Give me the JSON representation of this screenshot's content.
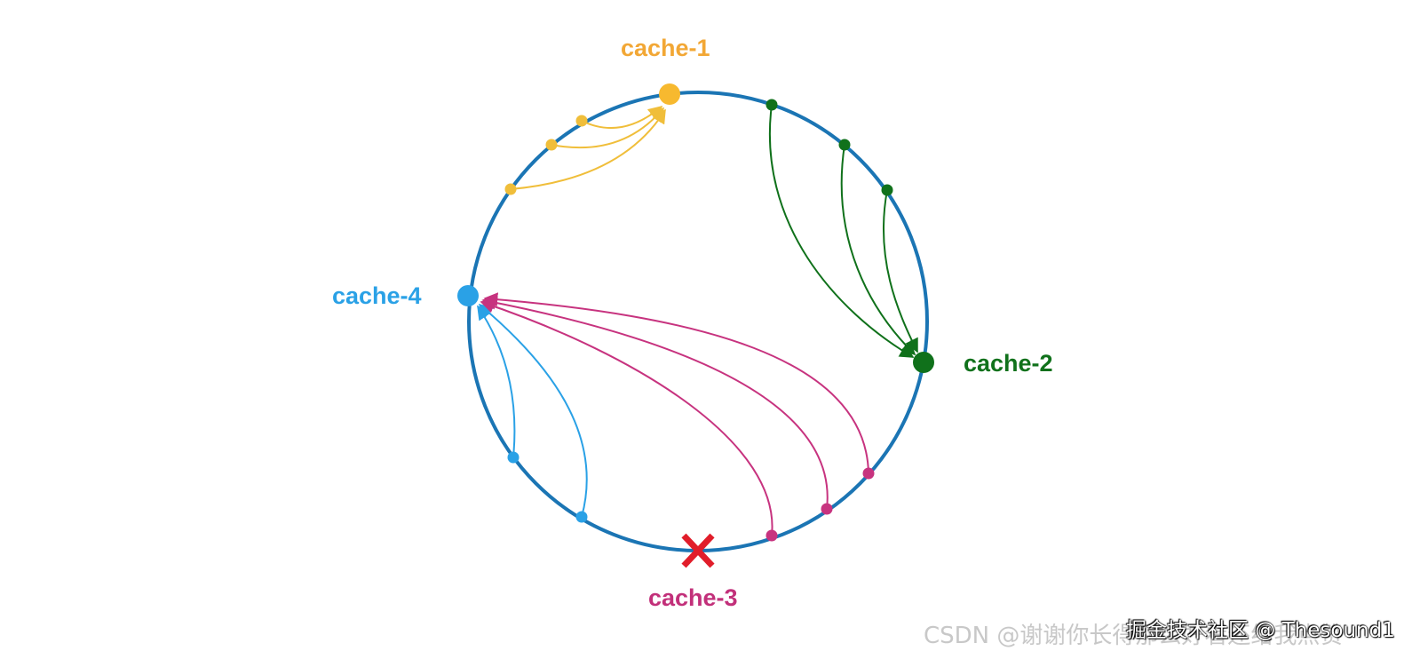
{
  "nodes": [
    {
      "id": "cache-1",
      "label": "cache-1",
      "color": "#f2a735",
      "dot_color": "#f7b92f",
      "status": "active"
    },
    {
      "id": "cache-2",
      "label": "cache-2",
      "color": "#10711b",
      "dot_color": "#10711b",
      "status": "active"
    },
    {
      "id": "cache-3",
      "label": "cache-3",
      "color": "#c2307a",
      "dot_color": "#e11d2a",
      "status": "failed"
    },
    {
      "id": "cache-4",
      "label": "cache-4",
      "color": "#2aa1e6",
      "dot_color": "#2aa1e6",
      "status": "active"
    }
  ],
  "ring": {
    "color": "#1b75b4"
  },
  "key_groups": [
    {
      "target": "cache-1",
      "color": "#f0be3a",
      "keys": 3
    },
    {
      "target": "cache-2",
      "color": "#10711b",
      "keys": 3
    },
    {
      "target": "cache-4",
      "color": "#2aa1e6",
      "keys": 2
    },
    {
      "target": "cache-4",
      "color": "#c7337f",
      "keys": 3
    }
  ],
  "failed_marker": {
    "icon": "cross-icon",
    "color": "#e11d2a"
  },
  "watermark": {
    "back": "CSDN @谢谢你长得那么好看还给我点赞",
    "front": "掘金技术社区 @ Thesound1"
  }
}
